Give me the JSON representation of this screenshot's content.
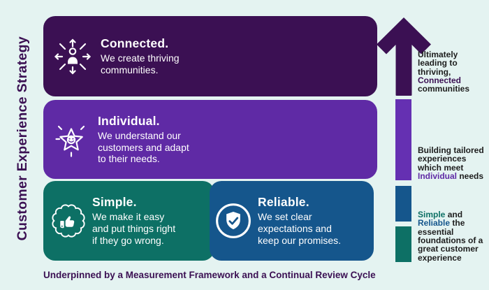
{
  "vertical_label": "Customer Experience Strategy",
  "colors": {
    "background": "#e4f3f1",
    "dark_purple": "#3b1053",
    "purple": "#5f2aa5",
    "purple_bar": "#6530b2",
    "teal": "#0d7065",
    "blue": "#15568c",
    "note_text": "#1d1d1d",
    "white": "#ffffff"
  },
  "boxes": [
    {
      "id": "connected",
      "title": "Connected.",
      "body": "We create thriving\ncommunities.",
      "icon": "person-network-icon"
    },
    {
      "id": "individual",
      "title": "Individual.",
      "body": "We understand our\ncustomers and adapt\nto their needs.",
      "icon": "star-face-icon"
    },
    {
      "id": "simple",
      "title": "Simple.",
      "body": "We make it easy\nand put things right\nif they go wrong.",
      "icon": "thumbs-up-badge-icon"
    },
    {
      "id": "reliable",
      "title": "Reliable.",
      "body": "We set clear\nexpectations and\nkeep our promises.",
      "icon": "shield-check-icon"
    }
  ],
  "arrow_notes": [
    {
      "id": "connected-note",
      "lines": [
        [
          {
            "t": "Ultimately"
          }
        ],
        [
          {
            "t": "leading to"
          }
        ],
        [
          {
            "t": "thriving,"
          }
        ],
        [
          {
            "t": "Connected",
            "c": "dark_purple"
          }
        ],
        [
          {
            "t": "communities"
          }
        ]
      ]
    },
    {
      "id": "individual-note",
      "lines": [
        [
          {
            "t": "Building tailored"
          }
        ],
        [
          {
            "t": "experiences"
          }
        ],
        [
          {
            "t": "which meet"
          }
        ],
        [
          {
            "t": "Individual",
            "c": "purple"
          },
          {
            "t": " needs"
          }
        ]
      ]
    },
    {
      "id": "foundation-note",
      "lines": [
        [
          {
            "t": "Simple",
            "c": "teal"
          },
          {
            "t": " and"
          }
        ],
        [
          {
            "t": "Reliable",
            "c": "blue"
          },
          {
            "t": " the"
          }
        ],
        [
          {
            "t": "essential"
          }
        ],
        [
          {
            "t": "foundations of a"
          }
        ],
        [
          {
            "t": "great customer"
          }
        ],
        [
          {
            "t": "experience"
          }
        ]
      ]
    }
  ],
  "footer_caption": "Underpinned by a Measurement Framework and a Continual Review Cycle"
}
